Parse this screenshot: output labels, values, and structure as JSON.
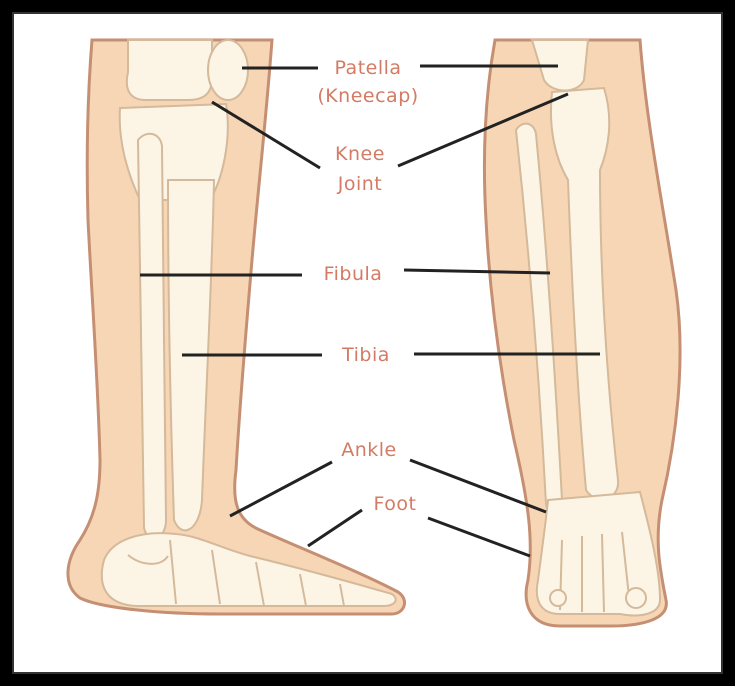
{
  "colors": {
    "skin": "#f7d6b6",
    "skin_outline": "#c58f73",
    "bone": "#fcf5e6",
    "bone_outline": "#d4b99a",
    "label": "#d37b64",
    "leader": "#222222"
  },
  "labels": {
    "patella": "Patella",
    "kneecap": "(Kneecap)",
    "knee": "Knee",
    "joint": "Joint",
    "fibula": "Fibula",
    "tibia": "Tibia",
    "ankle": "Ankle",
    "foot": "Foot"
  }
}
